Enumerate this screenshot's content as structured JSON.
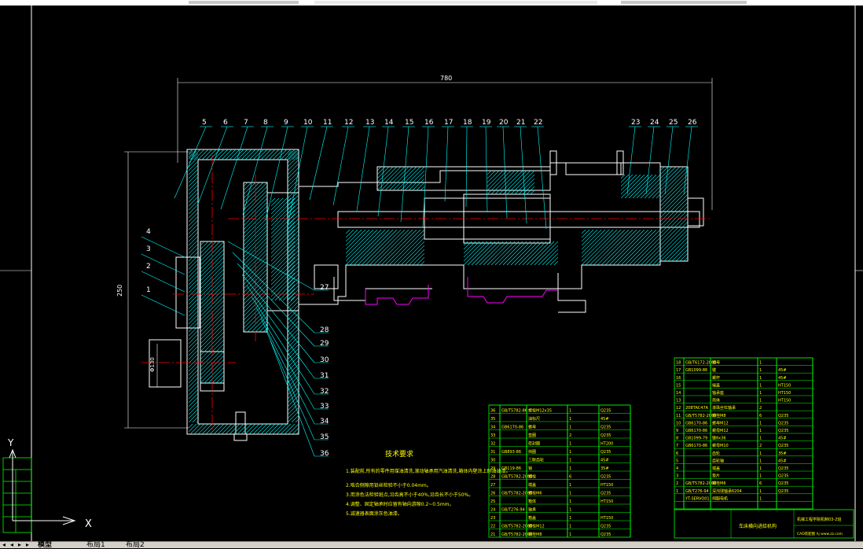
{
  "window": {
    "title": ""
  },
  "drawing": {
    "dimension_top": "780",
    "dimension_left": "250",
    "dimension_d1": "Φ130",
    "balloons_top": [
      "5",
      "6",
      "7",
      "8",
      "9",
      "10",
      "11",
      "12",
      "13",
      "14",
      "15",
      "16",
      "17",
      "18",
      "19",
      "20",
      "21",
      "22",
      "23",
      "24",
      "25",
      "26"
    ],
    "balloons_left": [
      "4",
      "3",
      "2",
      "1"
    ],
    "balloons_right": [
      "27",
      "28",
      "29",
      "30",
      "31",
      "32",
      "33",
      "34",
      "35",
      "36"
    ],
    "technical_title": "技术要求",
    "technical_notes": [
      "1.装配前,所有的零件用煤油清洗,滚动轴承用汽油清洗,箱体内壁涂上耐油油漆。",
      "2.啮合侧隙用铅丝检验不小于0.04mm。",
      "3.用涂色法检验斑点,沿齿高不小于40%,沿齿长不小于50%。",
      "4.调整、固定轴承时应留有轴向游隙0.2~0.5mm。",
      "5.减速器表面涂灰色油漆。"
    ]
  },
  "ucs": {
    "y_label": "Y",
    "x_label": "X"
  },
  "bom_left": {
    "rows": [
      {
        "no": "36",
        "code": "GB/T5782-86",
        "name": "螺栓M12x35",
        "qty": "1",
        "mat": "Q235"
      },
      {
        "no": "35",
        "code": "",
        "name": "油标尺",
        "qty": "1",
        "mat": "45#"
      },
      {
        "no": "34",
        "code": "GB6170-86",
        "name": "螺母",
        "qty": "1",
        "mat": "Q235"
      },
      {
        "no": "33",
        "code": "",
        "name": "垫圈",
        "qty": "2",
        "mat": "Q235"
      },
      {
        "no": "32",
        "code": "",
        "name": "密封圈",
        "qty": "1",
        "mat": "HT200"
      },
      {
        "no": "31",
        "code": "GB893-86",
        "name": "挡圈",
        "qty": "1",
        "mat": "Q235"
      },
      {
        "no": "30",
        "code": "",
        "name": "三联齿轮",
        "qty": "1",
        "mat": "45#"
      },
      {
        "no": "29",
        "code": "GB119-86",
        "name": "销",
        "qty": "1",
        "mat": "35#"
      },
      {
        "no": "28",
        "code": "GB/T5782-2000",
        "name": "螺栓",
        "qty": "6",
        "mat": "Q235"
      },
      {
        "no": "27",
        "code": "",
        "name": "端盖",
        "qty": "1",
        "mat": "HT150"
      },
      {
        "no": "26",
        "code": "GB/T5782-2000",
        "name": "螺栓M6",
        "qty": "1",
        "mat": "Q235"
      },
      {
        "no": "25",
        "code": "",
        "name": "箱体",
        "qty": "1",
        "mat": "HT150"
      },
      {
        "no": "24",
        "code": "GB/T276-94",
        "name": "轴承",
        "qty": "1",
        "mat": ""
      },
      {
        "no": "23",
        "code": "",
        "name": "箱盖",
        "qty": "1",
        "mat": "HT150"
      },
      {
        "no": "22",
        "code": "GB/T5782-2000",
        "name": "螺栓M12",
        "qty": "1",
        "mat": "Q235"
      },
      {
        "no": "21",
        "code": "GB/T5782-2000",
        "name": "螺栓M8",
        "qty": "1",
        "mat": "Q235"
      }
    ]
  },
  "bom_right": {
    "rows": [
      {
        "no": "18",
        "code": "GB/T6172-2000",
        "name": "螺母",
        "qty": "1",
        "mat": ""
      },
      {
        "no": "17",
        "code": "GB1099-86",
        "name": "键",
        "qty": "1",
        "mat": "45#"
      },
      {
        "no": "16",
        "code": "",
        "name": "螺杆",
        "qty": "1",
        "mat": "45#"
      },
      {
        "no": "15",
        "code": "",
        "name": "端盖",
        "qty": "1",
        "mat": "HT150"
      },
      {
        "no": "14",
        "code": "",
        "name": "轴承座",
        "qty": "1",
        "mat": "HT150"
      },
      {
        "no": "13",
        "code": "",
        "name": "壳体",
        "qty": "1",
        "mat": "HT150"
      },
      {
        "no": "12",
        "code": "20BTAC47A",
        "name": "滚珠丝杠轴承",
        "qty": "2",
        "mat": ""
      },
      {
        "no": "11",
        "code": "GB/T5782-2000",
        "name": "螺栓M8",
        "qty": "6",
        "mat": "Q235"
      },
      {
        "no": "10",
        "code": "GB6170-86",
        "name": "螺母M12",
        "qty": "1",
        "mat": "Q235"
      },
      {
        "no": "9",
        "code": "GB6170-86",
        "name": "螺母M12",
        "qty": "1",
        "mat": "Q235"
      },
      {
        "no": "8",
        "code": "GB1099-79",
        "name": "键8x36",
        "qty": "1",
        "mat": "45#"
      },
      {
        "no": "7",
        "code": "GB6170-86",
        "name": "螺母M10",
        "qty": "2",
        "mat": "Q235"
      },
      {
        "no": "6",
        "code": "",
        "name": "齿轮",
        "qty": "1",
        "mat": "35#"
      },
      {
        "no": "5",
        "code": "",
        "name": "齿轮轴",
        "qty": "1",
        "mat": "45#"
      },
      {
        "no": "4",
        "code": "",
        "name": "端盖",
        "qty": "1",
        "mat": "Q235"
      },
      {
        "no": "3",
        "code": "",
        "name": "垫片",
        "qty": "1",
        "mat": "Q235"
      },
      {
        "no": "2",
        "code": "GB/T5782-2000",
        "name": "螺栓M6",
        "qty": "6",
        "mat": "Q235"
      },
      {
        "no": "1",
        "code": "GB/T276-94",
        "name": "深沟球轴承6204",
        "qty": "1",
        "mat": "Q235"
      },
      {
        "no": "",
        "code": "YT-SERVO01",
        "name": "伺服电机",
        "qty": "1",
        "mat": ""
      },
      {
        "no": "",
        "code": "",
        "name": "",
        "qty": "",
        "mat": ""
      }
    ],
    "title_left": "车床横向进给机构",
    "title_right": "机械工程学院机制03-2班",
    "title_bottom": "CAD装配图 hj www.zz.com"
  },
  "tabs": [
    "模型",
    "布局1",
    "布局2"
  ],
  "colors": {
    "outline": "#ffffff",
    "hatch": "#00ffff",
    "center": "#ff0000",
    "leader": "#00ffff",
    "balloon_text": "#ffffff",
    "dim": "#ff00ff",
    "table_line": "#00ff00",
    "table_text": "#ffff00",
    "frame": "#ffffff"
  }
}
